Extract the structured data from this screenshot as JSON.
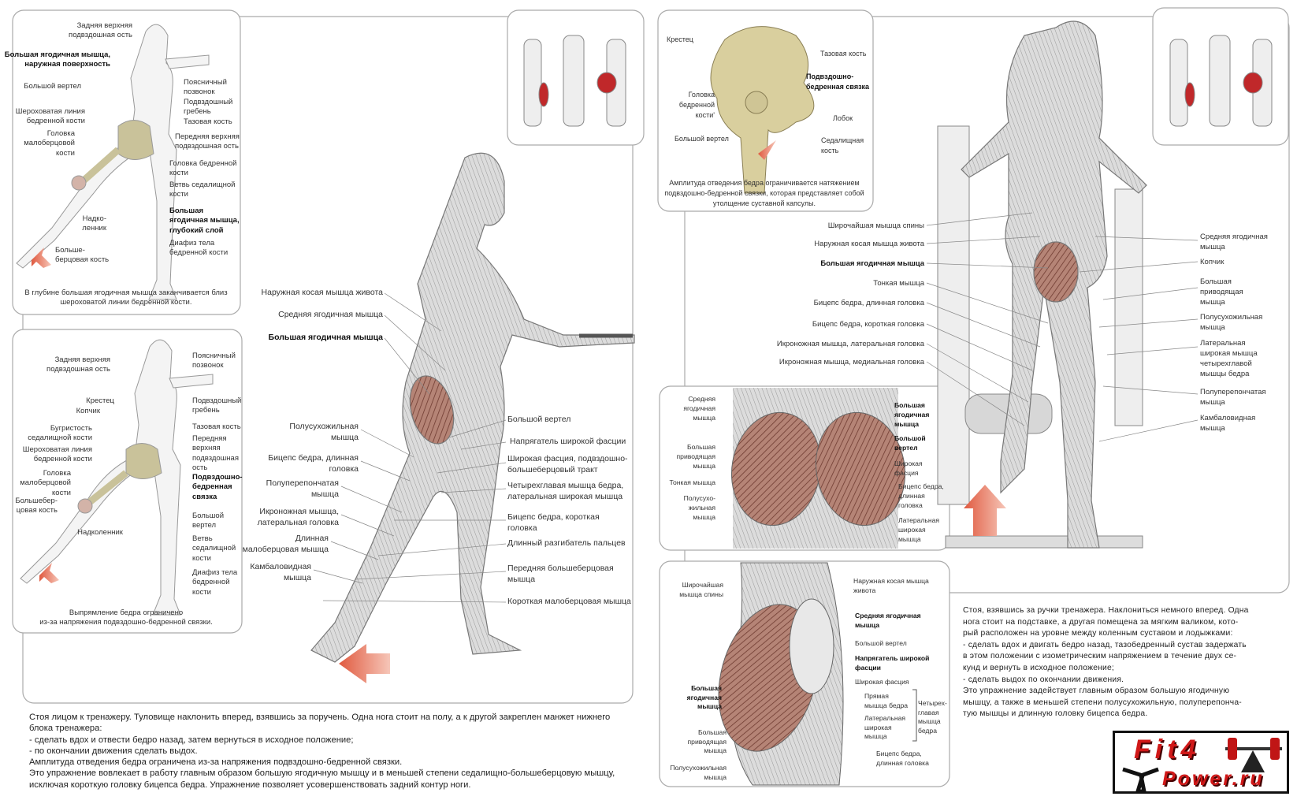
{
  "panel_a": {
    "labels": [
      "Задняя верхняя\nподвздошная ость",
      "Большая ягодичная мышца,\nнаружная поверхность",
      "Большой вертел",
      "Шероховатая линия\nбедренной кости",
      "Головка\nмалоберцовой\nкости",
      "Поясничный\nпозвонок",
      "Подвздошный\nгребень",
      "Тазовая кость",
      "Передняя верхняя\nподвздошная ость",
      "Головка бедренной\nкости",
      "Ветвь седалищной\nкости",
      "Большая\nягодичная мышца,\nглубокий слой",
      "Надко-\nленник",
      "Диафиз тела\nбедренной кости",
      "Больше-\nберцовая кость"
    ],
    "caption": "В глубине большая ягодичная мышца заканчивается близ\nшероховатой линии бедренной кости."
  },
  "panel_b": {
    "labels": [
      "Задняя верхняя\nподвздошная ость",
      "Поясничный\nпозвонок",
      "Крестец",
      "Копчик",
      "Подвздошный\nгребень",
      "Бугристость\nседалищной кости",
      "Тазовая кость",
      "Передняя\nверхняя\nподвздошная\nость",
      "Шероховатая линия\nбедренной кости",
      "Головка\nмалоберцовой\nкости",
      "Подвздошно-\nбедренная\nсвязка",
      "Большебер-\nцовая кость",
      "Надколенник",
      "Большой\nвертел",
      "Ветвь\nседалищной\nкости",
      "Диафиз тела\nбедренной\nкости"
    ],
    "caption": "Выпрямление бедра ограничено\nиз-за напряжения подвздошно-бедренной связки."
  },
  "main_left": {
    "labels": [
      "Наружная косая мышца живота",
      "Средняя ягодичная мышца",
      "Большая ягодичная мышца",
      "Полусухожильная\nмышца",
      "Бицепс бедра, длинная\nголовка",
      "Полуперепончатая\nмышца",
      "Икроножная мышца,\nлатеральная головка",
      "Длинная\nмалоберцовая мышца",
      "Камбаловидная\nмышца",
      "Большой вертел",
      "Напрягатель широкой фасции",
      "Широкая фасция, подвздошно-\nбольшеберцовый тракт",
      "Четырехглавая мышца бедра,\nлатеральная широкая мышца",
      "Бицепс бедра, короткая\nголовка",
      "Длинный разгибатель пальцев",
      "Передняя большеберцовая\nмышца",
      "Короткая малоберцовая мышца"
    ]
  },
  "pelvis_panel": {
    "labels": [
      "Крестец",
      "Тазовая кость",
      "Подвздошно-\nбедренная связка",
      "Головка\nбедренной\nкости'",
      "Лобок",
      "Большой вертел",
      "Седалищная\nкость"
    ],
    "caption": "Амплитуда отведения бедра ограничивается натяжением\nподвздошно-бедренной связки, которая представляет собой\nутолщение суставной капсулы."
  },
  "main_right": {
    "labels": [
      "Широчайшая мышца спины",
      "Наружная косая мышца живота",
      "Большая ягодичная мышца",
      "Тонкая мышца",
      "Бицепс бедра, длинная головка",
      "Бицепс бедра, короткая головка",
      "Икроножная мышца, латеральная головка",
      "Икроножная мышца, медиальная головка",
      "Средняя ягодичная\nмышца",
      "Копчик",
      "Большая\nприводящая\nмышца",
      "Полусухожильная\nмышца",
      "Латеральная\nширокая мышца\nчетырехглавой\nмышцы бедра",
      "Полуперепончатая\nмышца",
      "Камбаловидная\nмышца"
    ]
  },
  "gluteal_panel": {
    "labels": [
      "Средняя\nягодичная\nмышца",
      "Большая\nприводящая\nмышца",
      "Тонкая мышца",
      "Полусухо-\nжильная\nмышца",
      "Большая\nягодичная\nмышца",
      "Большой\nвертел",
      "Широкая\nфасция",
      "Бицепс бедра,\nдлинная\nголовка",
      "Латеральная\nширокая\nмышца"
    ]
  },
  "side_hip_panel": {
    "labels": [
      "Широчайшая\nмышца спины",
      "Наружная косая мышца\nживота",
      "Средняя ягодичная\nмышца",
      "Большой вертел",
      "Напрягатель широкой\nфасции",
      "Широкая фасция",
      "Большая\nягодичная\nмышца",
      "Прямая\nмышца бедра",
      "Латеральная\nширокая\nмышца",
      "Четырех-\nглавая\nмышца\nбедра",
      "Большая\nприводящая\nмышца",
      "Бицепс бедра,\nдлинная головка",
      "Полусухожильная\nмышца"
    ]
  },
  "left_description": [
    "Стоя лицом к тренажеру. Туловище наклонить вперед, взявшись за поручень. Одна нога стоит на полу, а к другой закреплен манжет нижнего",
    "блока тренажера:",
    "- сделать вдох и отвести бедро назад, затем вернуться в исходное положение;",
    "- по окончании движения сделать выдох.",
    "Амплитуда отведения бедра ограничена из-за напряжения подвздошно-бедренной связки.",
    "Это упражнение вовлекает в работу главным образом большую ягодичную мышцу и в меньшей степени седалищно-большеберцовую мышцу,",
    "исключая короткую головку бицепса бедра. Упражнение позволяет усовершенствовать задний контур ноги."
  ],
  "right_description": [
    "Стоя, взявшись за ручки тренажера. Наклониться немного вперед. Одна",
    "нога стоит на подставке, а другая помещена за мягким валиком, кото-",
    "рый расположен на уровне между коленным суставом и лодыжками:",
    "-  сделать вдох и двигать бедро назад, тазобедренный сустав задержать",
    "в этом положении с изометрическим напряжением в течение двух се-",
    "кунд и вернуть в исходное положение;",
    "-  сделать выдох по окончании движения.",
    "Это упражнение задействует главным образом большую ягодичную",
    "мышцу, а также в меньшей степени полусухожильную, полуперепонча-",
    "тую мышцы и длинную головку бицепса бедра."
  ],
  "logo": {
    "line1": "Fit4",
    "line2": "Power.ru"
  },
  "colors": {
    "muscle": "#a86a5c",
    "arrow": "#e0735a",
    "bone": "#d9cf9e",
    "logo_red": "#d01818"
  }
}
